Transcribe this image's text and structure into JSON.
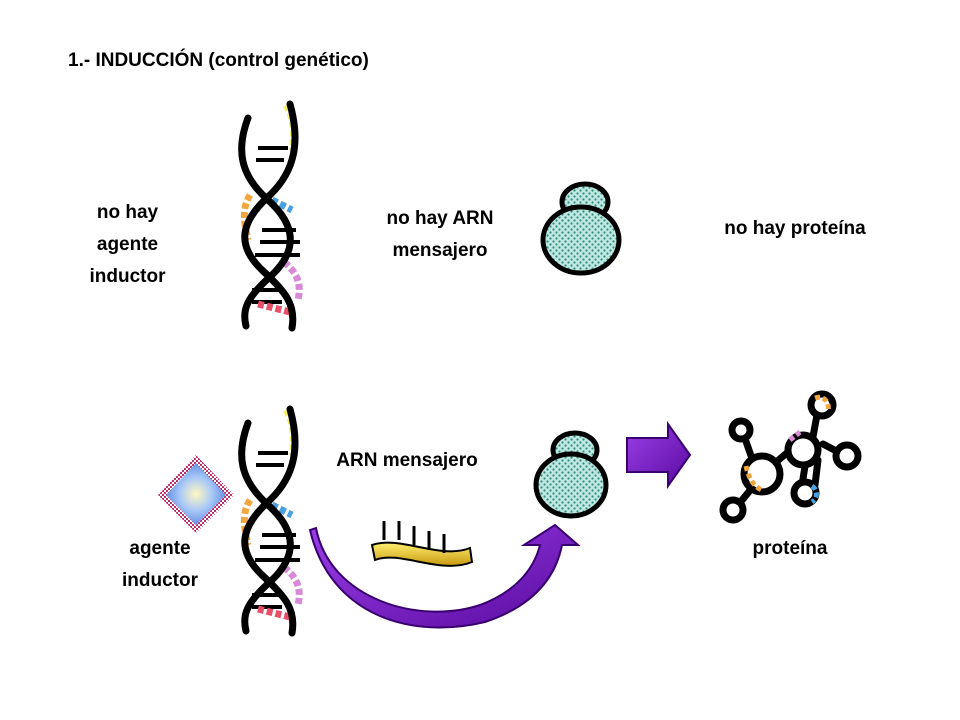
{
  "title": "1.- INDUCCIÓN (control genético)",
  "top_row": {
    "inductor_label": [
      "no hay",
      "agente",
      "inductor"
    ],
    "mrna_label": [
      "no hay ARN",
      "mensajero"
    ],
    "protein_label": "no hay proteína"
  },
  "bottom_row": {
    "inductor_label": [
      "agente",
      "inductor"
    ],
    "mrna_label": "ARN mensajero",
    "protein_label": "proteína"
  },
  "colors": {
    "dna_strand": "#000000",
    "gene_yellow": "#f5f06a",
    "gene_orange": "#f2a640",
    "gene_blue": "#4aa0e0",
    "gene_pink": "#d88ad8",
    "gene_red": "#e8506a",
    "ribosome_fill": "#bfe8e0",
    "ribosome_dots": "#2f8a7e",
    "mrna_fill": "#e8c020",
    "arrow_purple": "#7a16c8",
    "inductor_outer": "#d04a90",
    "inductor_inner": "#8fb8f0"
  }
}
